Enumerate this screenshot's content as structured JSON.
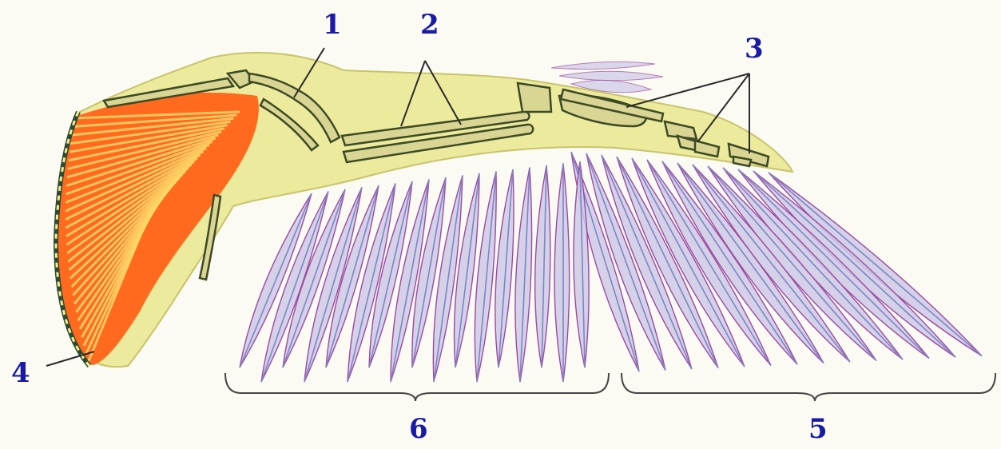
{
  "diagram": {
    "labels": {
      "humerus": "1",
      "forearm": "2",
      "hand": "3",
      "muscle": "4",
      "primaries": "5",
      "secondaries": "6"
    },
    "colors": {
      "background": "#fbfaf3",
      "skin": "#ecea9c",
      "skin_edge": "#c8c46a",
      "muscle": "#ff6a1f",
      "muscle_fiber": "#ffd86a",
      "bone": "#d9d592",
      "bone_edge": "#3d4a26",
      "feather_fill": "#ccc9e6",
      "feather_outline": "#9c4aa0",
      "feather_shaft": "#7b86c4",
      "label": "#1a1aa8",
      "leader": "#2b2b2b"
    }
  }
}
